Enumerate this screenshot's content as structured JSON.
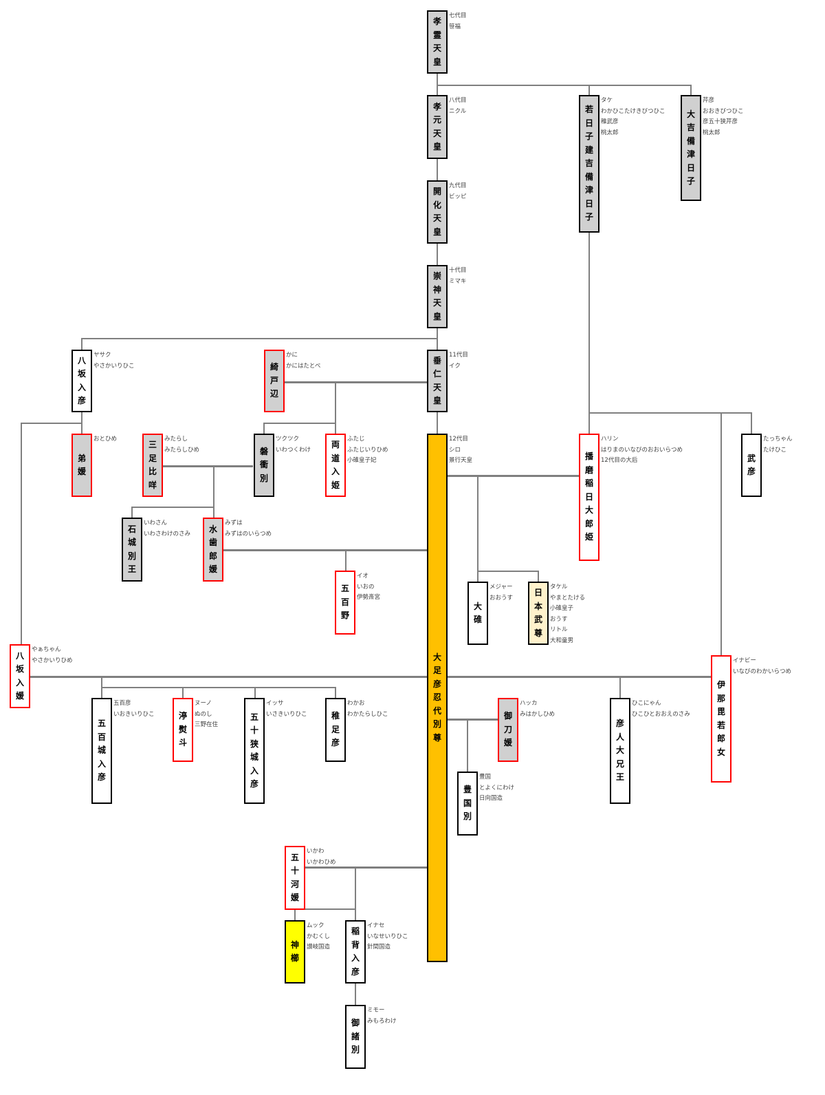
{
  "colors": {
    "line": "#7f7f7f",
    "box_border": "#000000",
    "female_border": "#ff0000",
    "gray_fill": "#d0d0d0",
    "emperor12_fill": "#ffc000",
    "kamukushi_fill": "#ffff00",
    "yamato_fill": "#fff2cc"
  },
  "people": [
    {
      "id": "korei",
      "name": "孝霊天皇",
      "notes": [
        "七代目",
        "笹福"
      ]
    },
    {
      "id": "kogen",
      "name": "孝元天皇",
      "notes": [
        "八代目",
        "ニクル"
      ]
    },
    {
      "id": "kaika",
      "name": "開化天皇",
      "notes": [
        "九代目",
        "ビッピ"
      ]
    },
    {
      "id": "sujin",
      "name": "崇神天皇",
      "notes": [
        "十代目",
        "ミマキ"
      ]
    },
    {
      "id": "suinin",
      "name": "垂仁天皇",
      "notes": [
        "11代目",
        "イク"
      ]
    },
    {
      "id": "wakahiko",
      "name": "若日子建吉備津日子",
      "notes": [
        "タケ",
        "わかひこたけきびつひこ",
        "稚武彦",
        "桃太郎"
      ]
    },
    {
      "id": "okibitsu",
      "name": "大吉備津日子",
      "notes": [
        "芹彦",
        "おおきびつひこ",
        "彦五十狭芹彦",
        "桃太郎"
      ]
    },
    {
      "id": "yasaka_irihiko",
      "name": "八坂入彦",
      "notes": [
        "ヤサク",
        "やさかいりひこ"
      ]
    },
    {
      "id": "kanihatatobe",
      "name": "綺戸辺",
      "notes": [
        "かに",
        "かにはたとべ"
      ]
    },
    {
      "id": "ototohime",
      "name": "弟媛",
      "notes": [
        "おとひめ"
      ]
    },
    {
      "id": "mitarashi",
      "name": "三足比咩",
      "notes": [
        "みたらし",
        "みたらしひめ"
      ]
    },
    {
      "id": "iwatsuku",
      "name": "磐衝別",
      "notes": [
        "ツクツク",
        "いわつくわけ"
      ]
    },
    {
      "id": "futaji",
      "name": "両道入姫",
      "notes": [
        "ふたじ",
        "ふたじいりひめ",
        "小碓皇子妃"
      ]
    },
    {
      "id": "keiko",
      "name": "大足彦忍代別尊",
      "notes": [
        "12代目",
        "シロ",
        "景行天皇"
      ]
    },
    {
      "id": "harima",
      "name": "播磨稲日大郎姫",
      "notes": [
        "ハリン",
        "はりまのいなびのおおいらつめ",
        "12代目の大后"
      ]
    },
    {
      "id": "takehiko",
      "name": "武彦",
      "notes": [
        "たっちゃん",
        "たけひこ"
      ]
    },
    {
      "id": "iwaki",
      "name": "石城別王",
      "notes": [
        "いわさん",
        "いわさわけのさみ"
      ]
    },
    {
      "id": "mizuha",
      "name": "水歯郎媛",
      "notes": [
        "みずは",
        "みずはのいらつめ"
      ]
    },
    {
      "id": "ioeno",
      "name": "五百野",
      "notes": [
        "イオ",
        "いおの",
        "伊勢斎宮"
      ]
    },
    {
      "id": "ousu",
      "name": "大碓",
      "notes": [
        "メジャー",
        "おおうす"
      ]
    },
    {
      "id": "yamato",
      "name": "日本武尊",
      "notes": [
        "タケル",
        "やまとたける",
        "小碓皇子",
        "おうす",
        "リトル",
        "大和童男"
      ]
    },
    {
      "id": "yasaka_irihime",
      "name": "八坂入媛",
      "notes": [
        "やぁちゃん",
        "やさかいりひめ"
      ]
    },
    {
      "id": "inabi",
      "name": "伊那毘若郎女",
      "notes": [
        "イナビー",
        "いなびのわかいらつめ"
      ]
    },
    {
      "id": "iokiirihiko",
      "name": "五百城入彦",
      "notes": [
        "五百彦",
        "いおきいりひこ"
      ]
    },
    {
      "id": "nunoshi",
      "name": "渟熨斗",
      "notes": [
        "ヌーノ",
        "ぬのし",
        "三野在住"
      ]
    },
    {
      "id": "isaki",
      "name": "五十狭城入彦",
      "notes": [
        "イッサ",
        "いさきいりひこ"
      ]
    },
    {
      "id": "wakatarashi",
      "name": "稚足彦",
      "notes": [
        "わかお",
        "わかたらしひこ"
      ]
    },
    {
      "id": "mihakashi",
      "name": "御刀媛",
      "notes": [
        "ハッカ",
        "みはかしひめ"
      ]
    },
    {
      "id": "toyokuni",
      "name": "豊国別",
      "notes": [
        "豊国",
        "とよくにわけ",
        "日向国造"
      ]
    },
    {
      "id": "hikohito",
      "name": "彦人大兄王",
      "notes": [
        "ひこにゃん",
        "ひこひとおおえのさみ"
      ]
    },
    {
      "id": "ikawa",
      "name": "五十河媛",
      "notes": [
        "いかわ",
        "いかわひめ"
      ]
    },
    {
      "id": "kamukushi",
      "name": "神櫛",
      "notes": [
        "ムック",
        "かむくし",
        "讃岐国造"
      ]
    },
    {
      "id": "inase",
      "name": "稲背入彦",
      "notes": [
        "イナセ",
        "いなせいりひこ",
        "針間国造"
      ]
    },
    {
      "id": "mimoro",
      "name": "御諸別",
      "notes": [
        "ミモー",
        "みもろわけ"
      ]
    }
  ]
}
